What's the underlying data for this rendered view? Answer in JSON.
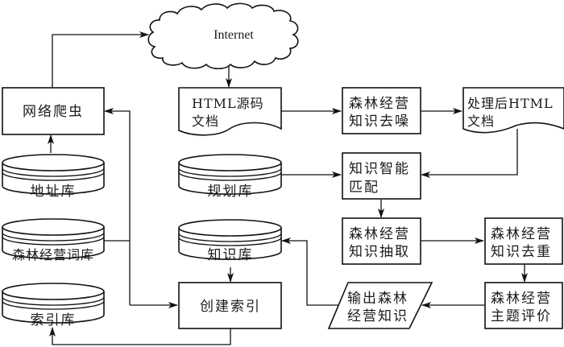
{
  "title": "森林经营知识获取流程图",
  "nodes": {
    "internet": {
      "label": "Internet",
      "shape": "cloud"
    },
    "crawler": {
      "label": "网络爬虫",
      "shape": "process"
    },
    "address_db": {
      "label": "地址库",
      "shape": "database"
    },
    "forest_vocab_db": {
      "label": "森林经营词库",
      "shape": "database"
    },
    "index_db": {
      "label": "索引库",
      "shape": "database"
    },
    "html_source": {
      "lines": [
        "HTML源码",
        "文档"
      ],
      "shape": "document"
    },
    "denoise": {
      "lines": [
        "森林经营",
        "知识去噪"
      ],
      "shape": "process"
    },
    "processed_html": {
      "lines": [
        "处理后HTML",
        "文档"
      ],
      "shape": "document"
    },
    "planning_db": {
      "label": "规划库",
      "shape": "database"
    },
    "smart_match": {
      "lines": [
        "知识智能",
        "匹配"
      ],
      "shape": "process"
    },
    "knowledge_db": {
      "label": "知识库",
      "shape": "database"
    },
    "extract": {
      "lines": [
        "森林经营",
        "知识抽取"
      ],
      "shape": "process"
    },
    "dedup": {
      "lines": [
        "森林经营",
        "知识去重"
      ],
      "shape": "process"
    },
    "create_index": {
      "label": "创建索引",
      "shape": "process"
    },
    "output": {
      "lines": [
        "输出森林",
        "经营知识"
      ],
      "shape": "io"
    },
    "evaluate": {
      "lines": [
        "森林经营",
        "主题评价"
      ],
      "shape": "process"
    }
  },
  "edges": [
    {
      "from": "crawler",
      "to": "internet"
    },
    {
      "from": "internet",
      "to": "html_source"
    },
    {
      "from": "address_db",
      "to": "crawler"
    },
    {
      "from": "forest_vocab_db",
      "to": "crawler"
    },
    {
      "from": "forest_vocab_db",
      "to": "create_index"
    },
    {
      "from": "html_source",
      "to": "denoise"
    },
    {
      "from": "denoise",
      "to": "processed_html"
    },
    {
      "from": "processed_html",
      "to": "smart_match"
    },
    {
      "from": "planning_db",
      "to": "smart_match"
    },
    {
      "from": "smart_match",
      "to": "extract"
    },
    {
      "from": "extract",
      "to": "dedup"
    },
    {
      "from": "dedup",
      "to": "evaluate"
    },
    {
      "from": "evaluate",
      "to": "output"
    },
    {
      "from": "output",
      "to": "knowledge_db"
    },
    {
      "from": "knowledge_db",
      "to": "create_index"
    },
    {
      "from": "create_index",
      "to": "index_db"
    }
  ]
}
